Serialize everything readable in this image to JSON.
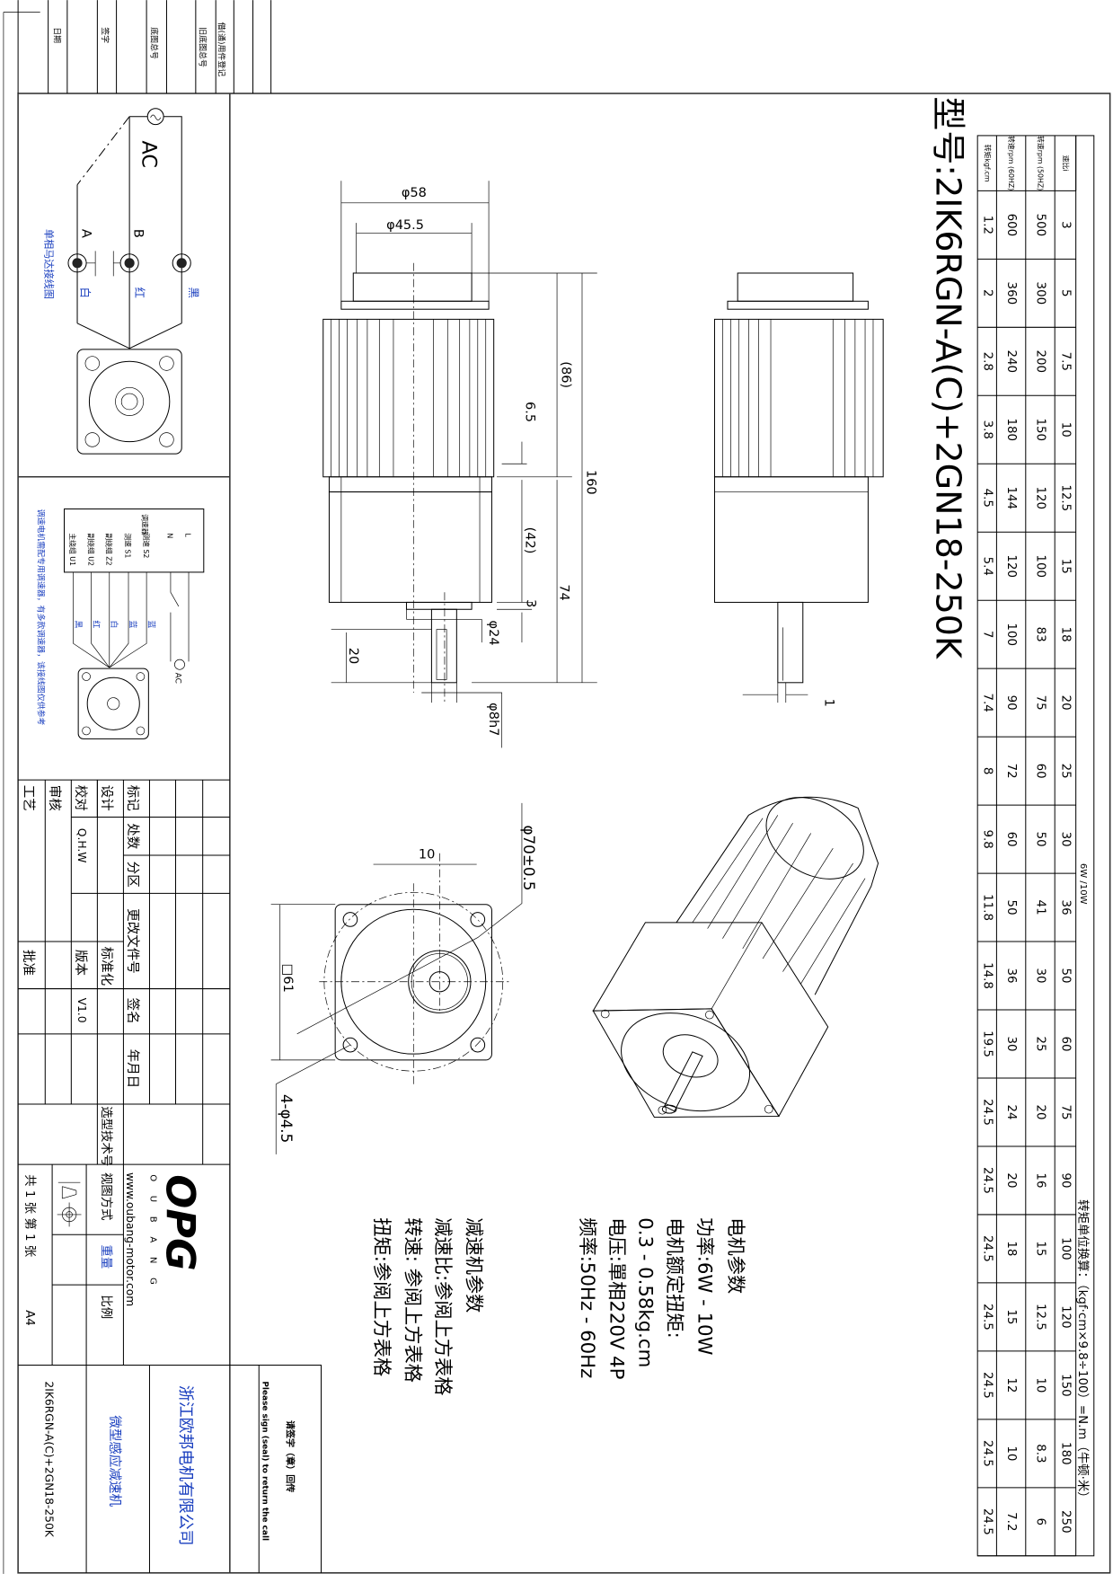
{
  "revision_strip": {
    "date": "日期",
    "sign": "签字",
    "base_drawing_no": "底图总号",
    "old_base_drawing_no": "旧底图总号",
    "borrow_register": "借(通)用件登记"
  },
  "model_title": "型号:2IK6RGN-A(C)+2GN18-250K",
  "spec_table": {
    "power_label": "6W /10W",
    "conversion_note": "转矩单位换算：（kgf·cm×9.8÷100）=N.m（牛顿·米）",
    "row_labels": [
      "速比i",
      "转速rpm (50HZ)",
      "转速rpm (60HZ)",
      "转矩kgf.cm"
    ],
    "ratio": [
      "3",
      "5",
      "7.5",
      "10",
      "12.5",
      "15",
      "18",
      "20",
      "25",
      "30",
      "36",
      "50",
      "60",
      "75",
      "90",
      "100",
      "120",
      "150",
      "180",
      "250"
    ],
    "rpm_50": [
      "500",
      "300",
      "200",
      "150",
      "120",
      "100",
      "83",
      "75",
      "60",
      "50",
      "41",
      "30",
      "25",
      "20",
      "16",
      "15",
      "12.5",
      "10",
      "8.3",
      "6"
    ],
    "rpm_60": [
      "600",
      "360",
      "240",
      "180",
      "144",
      "120",
      "100",
      "90",
      "72",
      "60",
      "50",
      "36",
      "30",
      "24",
      "20",
      "18",
      "15",
      "12",
      "10",
      "7.2"
    ],
    "torque": [
      "1.2",
      "2",
      "2.8",
      "3.8",
      "4.5",
      "5.4",
      "7",
      "7.4",
      "8",
      "9.8",
      "11.8",
      "14.8",
      "19.5",
      "24.5",
      "24.5",
      "24.5",
      "24.5",
      "24.5",
      "24.5",
      "24.5"
    ]
  },
  "dimensions": {
    "d58": "φ58",
    "d45_5": "φ45.5",
    "len86": "(86)",
    "len160": "160",
    "len6_5": "6.5",
    "len42": "(42)",
    "len74": "74",
    "len3": "3",
    "d24": "φ24",
    "len20": "20",
    "d8h7": "φ8h7",
    "key1": "1",
    "offset10": "10",
    "sq61": "□61",
    "d70": "φ70±0.5",
    "holes": "4-φ4.5"
  },
  "wiring_single_phase": {
    "ac": "AC",
    "a": "A",
    "b": "B",
    "white": "白",
    "red": "红",
    "black": "黑",
    "caption": "单相马达接线图"
  },
  "wiring_speed_control": {
    "controller": "调速器",
    "terminals": [
      "主绕组 U1",
      "副绕组 U2",
      "副绕组 Z2",
      "测速 S1",
      "测速 S2",
      "N",
      "L"
    ],
    "wire_colors": [
      "黑",
      "红",
      "白",
      "蓝",
      "蓝"
    ],
    "ac": "AC",
    "note": "调速电机需配专用调速器，有多款调速器，该接线图仅供参考"
  },
  "motor_params": {
    "heading": "电机参数",
    "power": "功率:6W - 10W",
    "rated_torque_label": "电机额定扭矩:",
    "rated_torque": "0.3 - 0.58kg.cm",
    "voltage": "电压:單相220V 4P",
    "frequency": "频率:50Hz - 60Hz"
  },
  "gearbox_params": {
    "heading": "减速机参数",
    "ratio": "减速比:参阅上方表格",
    "speed": "转速: 参阅上方表格",
    "torque": "扭矩:参阅上方表格"
  },
  "title_block": {
    "mark": "标记",
    "count": "处数",
    "zone": "分区",
    "change_doc": "更改文件号",
    "signature": "签名",
    "date": "年月日",
    "design": "设计",
    "check": "校对",
    "review": "审核",
    "process": "工艺",
    "checker": "Q.H.W",
    "standardize": "标准化",
    "version_label": "版本",
    "version": "V1.0",
    "approve": "批准",
    "selection_no": "选型技术号",
    "view_method": "视图方式",
    "weight": "重量",
    "scale": "比例",
    "sheets": "共 1 张 第 1 张",
    "paper": "A4",
    "logo": "OPG",
    "logo_sub": "OUBANG",
    "website": "www.oubang-motor.com",
    "company": "浙江欧邦电机有限公司",
    "product": "微型感应减速机",
    "model": "2IK6RGN-A(C)+2GN18-250K",
    "return_cn": "请签字（章）回传",
    "return_en": "Please sign (seal) to return the call"
  }
}
